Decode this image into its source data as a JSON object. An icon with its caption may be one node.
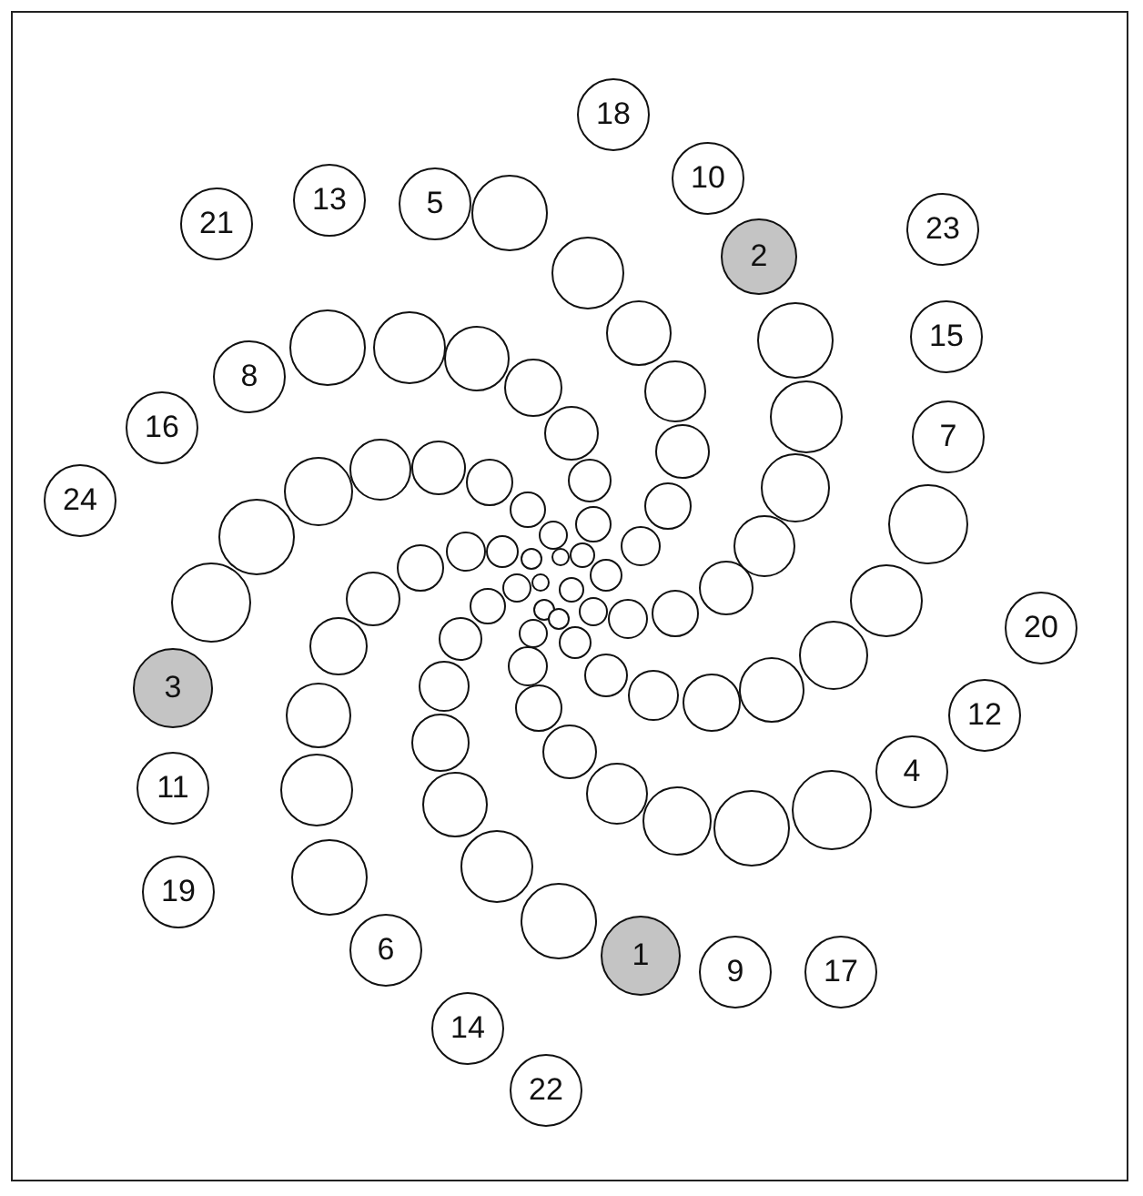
{
  "diagram": {
    "nodes": [
      {
        "text": [
          "18"
        ]
      },
      {
        "text": [
          "10"
        ]
      },
      {
        "text": [
          "13"
        ]
      },
      {
        "text": [
          "5"
        ]
      },
      {
        "text": [],
        "shape": "circle"
      },
      {
        "text": [
          "21"
        ]
      },
      {
        "text": [
          "23"
        ]
      },
      {
        "text": [
          "2"
        ]
      },
      {
        "text": [],
        "shape": "circle"
      },
      {
        "text": [],
        "shape": "circle"
      },
      {
        "text": [
          "15"
        ]
      },
      {
        "text": [],
        "shape": "circle"
      },
      {
        "text": [],
        "shape": "circle"
      },
      {
        "text": [],
        "shape": "circle"
      },
      {
        "text": [],
        "shape": "circle"
      },
      {
        "text": [
          "8"
        ]
      },
      {
        "text": [],
        "shape": "circle"
      },
      {
        "text": [],
        "shape": "circle"
      },
      {
        "text": [],
        "shape": "circle"
      },
      {
        "text": [
          "16"
        ]
      },
      {
        "text": [],
        "shape": "circle"
      },
      {
        "text": [
          "7"
        ]
      },
      {
        "text": [],
        "shape": "circle"
      },
      {
        "text": [],
        "shape": "circle"
      },
      {
        "text": [],
        "shape": "circle"
      },
      {
        "text": [],
        "shape": "circle"
      },
      {
        "text": [],
        "shape": "circle"
      },
      {
        "text": [],
        "shape": "circle"
      },
      {
        "text": [],
        "shape": "circle"
      },
      {
        "text": [
          "24"
        ]
      },
      {
        "text": [],
        "shape": "circle"
      },
      {
        "text": [],
        "shape": "circle"
      },
      {
        "text": [],
        "shape": "circle"
      },
      {
        "text": [],
        "shape": "circle"
      },
      {
        "text": [],
        "shape": "circle"
      },
      {
        "text": [],
        "shape": "circle"
      },
      {
        "text": [],
        "shape": "circle"
      },
      {
        "text": [],
        "shape": "circle"
      },
      {
        "text": [],
        "shape": "circle"
      },
      {
        "text": [],
        "shape": "circle"
      },
      {
        "text": [],
        "shape": "circle"
      },
      {
        "text": [],
        "shape": "circle"
      },
      {
        "text": [],
        "shape": "circle"
      },
      {
        "text": [],
        "shape": "circle"
      },
      {
        "text": [],
        "shape": "circle"
      },
      {
        "text": [],
        "shape": "circle"
      },
      {
        "text": [],
        "shape": "circle"
      },
      {
        "text": [],
        "shape": "circle"
      },
      {
        "text": [],
        "shape": "circle"
      },
      {
        "text": [],
        "shape": "circle"
      },
      {
        "text": [],
        "shape": "circle"
      },
      {
        "text": [],
        "shape": "circle"
      },
      {
        "text": [],
        "shape": "circle"
      },
      {
        "text": [],
        "shape": "circle"
      },
      {
        "text": [],
        "shape": "circle"
      },
      {
        "text": [],
        "shape": "circle"
      },
      {
        "text": [],
        "shape": "circle"
      },
      {
        "text": [],
        "shape": "circle"
      },
      {
        "text": [
          "20"
        ]
      },
      {
        "text": [],
        "shape": "circle"
      },
      {
        "text": [],
        "shape": "circle"
      },
      {
        "text": [],
        "shape": "circle"
      },
      {
        "text": [],
        "shape": "circle"
      },
      {
        "text": [],
        "shape": "circle"
      },
      {
        "text": [],
        "shape": "circle"
      },
      {
        "text": [],
        "shape": "circle"
      },
      {
        "text": [
          "3"
        ]
      },
      {
        "text": [],
        "shape": "circle"
      },
      {
        "text": [],
        "shape": "circle"
      },
      {
        "text": [],
        "shape": "circle"
      },
      {
        "text": [],
        "shape": "circle"
      },
      {
        "text": [],
        "shape": "circle"
      },
      {
        "text": [],
        "shape": "circle"
      },
      {
        "text": [
          "12"
        ]
      },
      {
        "text": [],
        "shape": "circle"
      },
      {
        "text": [],
        "shape": "circle"
      },
      {
        "text": [
          "4"
        ]
      },
      {
        "text": [
          "11"
        ]
      },
      {
        "text": [],
        "shape": "circle"
      },
      {
        "text": [],
        "shape": "circle"
      },
      {
        "text": [],
        "shape": "circle"
      },
      {
        "text": [],
        "shape": "circle"
      },
      {
        "text": [],
        "shape": "circle"
      },
      {
        "text": [],
        "shape": "circle"
      },
      {
        "text": [],
        "shape": "circle"
      },
      {
        "text": [],
        "shape": "circle"
      },
      {
        "text": [
          "19"
        ]
      },
      {
        "text": [],
        "shape": "circle"
      },
      {
        "text": [
          "6"
        ]
      },
      {
        "text": [
          "1"
        ]
      },
      {
        "text": [
          "9"
        ]
      },
      {
        "text": [
          "17"
        ]
      },
      {
        "text": [
          "14"
        ]
      },
      {
        "text": [
          "22"
        ]
      }
    ]
  }
}
